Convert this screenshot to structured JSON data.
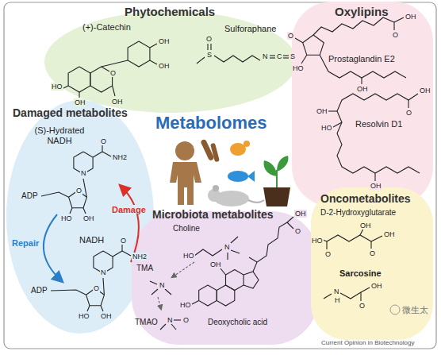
{
  "diagram": {
    "title": "Metabolomes",
    "nodes": [
      {
        "text": [
          "Phytochemicals",
          "(+)-Catechin",
          "Sulforaphane"
        ]
      },
      {
        "text": [
          "Oxylipins",
          "Prostaglandin E2",
          "Resolvin D1"
        ]
      },
      {
        "text": [
          "Damaged metabolites",
          "(S)-Hydrated NADH",
          "NADH"
        ]
      },
      {
        "text": [
          "Microbiota metabolites",
          "Choline",
          "TMA",
          "TMAO",
          "Deoxycholic acid"
        ]
      },
      {
        "text": [
          "Oncometabolites",
          "D-2-Hydroxyglutarate",
          "Sarcosine"
        ]
      }
    ],
    "labels": [
      "HO",
      "OH",
      "O",
      "OH",
      "OH",
      "OH",
      "O",
      "S",
      "N",
      "C",
      "S",
      "O",
      "O",
      "OH",
      "HO",
      "OH",
      "OH",
      "O",
      "OH",
      "HO",
      "OH",
      "ADP",
      "O",
      "HO",
      "OH",
      "N",
      "O",
      "NH2",
      "ADP",
      "O",
      "HO",
      "OH",
      "N",
      "O",
      "NH2",
      "Damage",
      "Repair",
      "HO",
      "N",
      "N",
      "N",
      "O",
      "OH",
      "HO",
      "OH",
      "O",
      "HO",
      "O",
      "OH",
      "O",
      "OH",
      "N",
      "H",
      "O",
      "OH",
      "微生太",
      "Current Opinion in Biotechnology"
    ]
  }
}
